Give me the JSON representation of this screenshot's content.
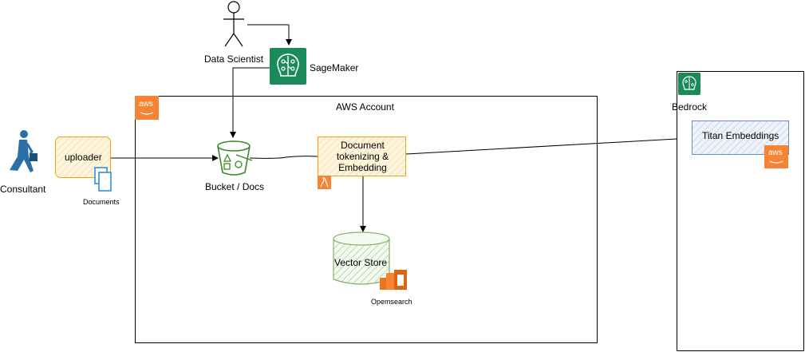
{
  "actors": {
    "data_scientist": "Data Scientist",
    "consultant": "Consultant"
  },
  "services": {
    "sagemaker": "SageMaker",
    "bedrock": "Bedrock",
    "titan": "Titan Embeddings",
    "opensearch": "Opemsearch"
  },
  "aws_account": {
    "title": "AWS Account"
  },
  "nodes": {
    "uploader": "uploader",
    "documents": "Documents",
    "bucket": "Bucket / Docs",
    "processor_line1": "Document",
    "processor_line2": "tokenizing &",
    "processor_line3": "Embedding",
    "vector_store": "Vector Store"
  },
  "badges": {
    "aws": "aws"
  },
  "colors": {
    "aws_orange": "#f58534",
    "sagemaker_green": "#1a8a5a",
    "bucket_green": "#3f8624",
    "doc_blue": "#2d8fe0",
    "titan_blue": "#6c8ebf",
    "uploader_orange": "#f0a30a",
    "lambda_orange": "#f58534"
  }
}
